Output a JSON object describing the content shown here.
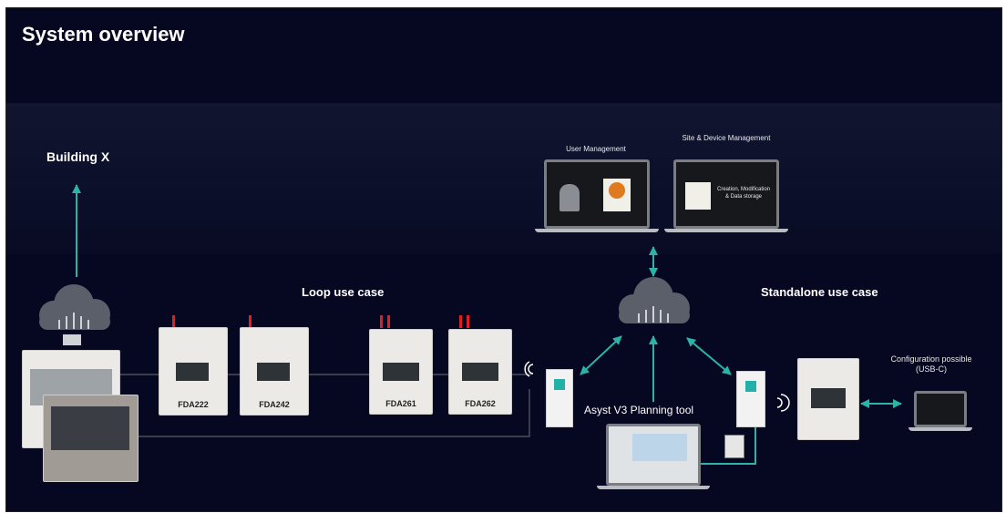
{
  "title": "System overview",
  "labels": {
    "building_x": "Building X",
    "loop_use_case": "Loop use case",
    "standalone_use_case": "Standalone use case",
    "asyst": "Asyst V3 Planning tool",
    "configuration": "Configuration possible (USB-C)",
    "user_management": "User Management",
    "site_device_management": "Site & Device Management",
    "site_screen_text": "Creation, Modification & Data storage"
  },
  "devices": [
    {
      "name": "FDA222"
    },
    {
      "name": "FDA242"
    },
    {
      "name": "FDA261"
    },
    {
      "name": "FDA262"
    }
  ],
  "colors": {
    "background": "#060822",
    "arrow": "#2bb3a7",
    "accent": "#e02020"
  }
}
